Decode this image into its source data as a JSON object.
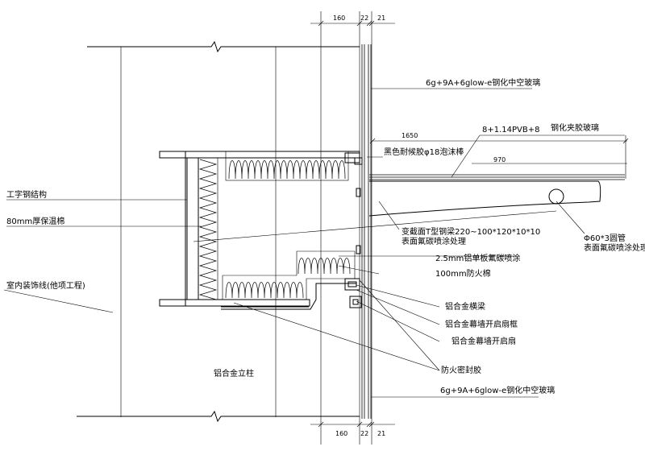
{
  "dimensions": {
    "top": [
      "160",
      "22",
      "21"
    ],
    "bottom": [
      "160",
      "22",
      "21"
    ],
    "span_1650": "1650",
    "span_970": "970"
  },
  "labels": {
    "glass_top": "6g+9A+6glow-e钢化中空玻璃",
    "canopy_glass_spec": "8+1.14PVB+8",
    "canopy_glass_name": "钢化夹胶玻璃",
    "sealant_rod": "黑色耐候胶φ18泡沫棒",
    "i_beam": "工字钢结构",
    "insulation": "80mm厚保温棉",
    "t_beam": "变截面T型钢梁220~100*120*10*10",
    "t_beam_finish": "表面氟碳喷涂处理",
    "round_pipe": "Φ60*3圆管",
    "round_pipe_finish": "表面氟碳喷涂处理",
    "aluminum_panel": "2.5mm铝单板氟碳喷涂",
    "fire_cotton": "100mm防火棉",
    "ceiling_line": "室内装饰线(他项工程)",
    "al_beam": "铝合金横梁",
    "window_frame": "铝合金幕墙开启扇框",
    "window_sash": "铝合金幕墙开启扇",
    "fire_seal": "防火密封胶",
    "al_mullion": "铝合金立柱",
    "glass_bottom": "6g+9A+6glow-e钢化中空玻璃"
  }
}
